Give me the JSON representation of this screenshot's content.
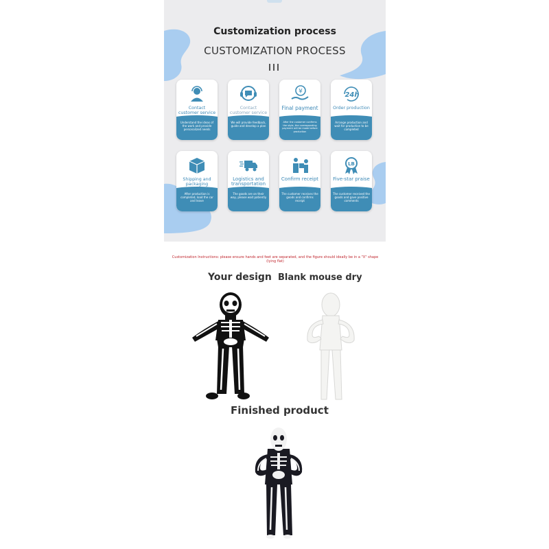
{
  "process": {
    "title_cn": "Customization process",
    "title_en": "CUSTOMIZATION PROCESS",
    "steps": [
      {
        "label": "Contact customer service",
        "desc": "Understand the ideas of the work and provide personalized needs",
        "icon": "headset-icon"
      },
      {
        "label": "Contact customer service",
        "desc": "We will provide feedback, guide and develop a plan",
        "icon": "chat-bubble-icon"
      },
      {
        "label": "Final payment",
        "desc": "After the customer confirms the style, the corresponding payment will be made before production",
        "icon": "payment-hand-icon"
      },
      {
        "label": "Order production",
        "desc": "Arrange production and wait for production to be completed",
        "icon": "clock-24h-icon"
      },
      {
        "label": "Shipping and packaging",
        "desc": "After production is completed, load the car and leave",
        "icon": "package-box-icon"
      },
      {
        "label": "Logistics and transportation",
        "desc": "The goods are on their way, please wait patiently",
        "icon": "delivery-truck-icon"
      },
      {
        "label": "Confirm receipt",
        "desc": "The customer receives the goods and confirms receipt",
        "icon": "courier-icon"
      },
      {
        "label": "Five-star praise",
        "desc": "The customer received the goods and gave positive comments",
        "icon": "badge-ribbon-icon"
      }
    ]
  },
  "instructions": "Customization Instructions: please ensure hands and feet are separated, and the figure should ideally be in a \"X\" shape (lying flat)",
  "labels": {
    "your_design": "Your design",
    "blank": "Blank mouse dry",
    "finished": "Finished product"
  },
  "colors": {
    "panel_bg": "#ececee",
    "blob": "#a9cdf0",
    "card_band": "#3f8db6",
    "card_text": "#3b88b6",
    "instruction_red": "#c0262e"
  }
}
